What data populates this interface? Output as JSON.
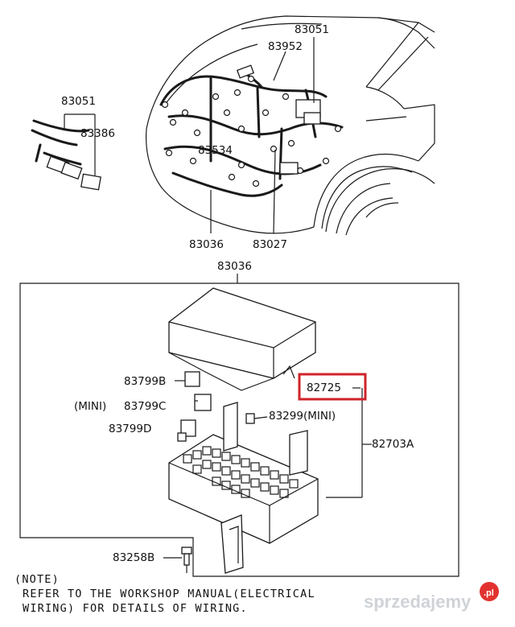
{
  "labels": {
    "top_harness": "83051",
    "front_wiring": "83952",
    "left_harness": "83051",
    "left_connector": "83386",
    "center_wiring": "83534",
    "bottom_left": "83036",
    "bottom_right": "83027",
    "box_header": "83036",
    "relay_b": "83799B",
    "relay_c": "83799C",
    "relay_c_prefix": "(MINI)",
    "relay_d": "83799D",
    "cover_part": "82725",
    "fuse_part": "83299(MINI)",
    "junction_block": "82703A",
    "bolt": "83258B"
  },
  "note": {
    "title": "(NOTE)",
    "line1": "REFER TO THE WORKSHOP MANUAL(ELECTRICAL",
    "line2": "WIRING) FOR DETAILS OF WIRING."
  },
  "watermark": {
    "text": "sprzedajemy",
    "badge": ".pl"
  },
  "colors": {
    "highlight": "#d0232a",
    "badge": "#e2322f"
  }
}
